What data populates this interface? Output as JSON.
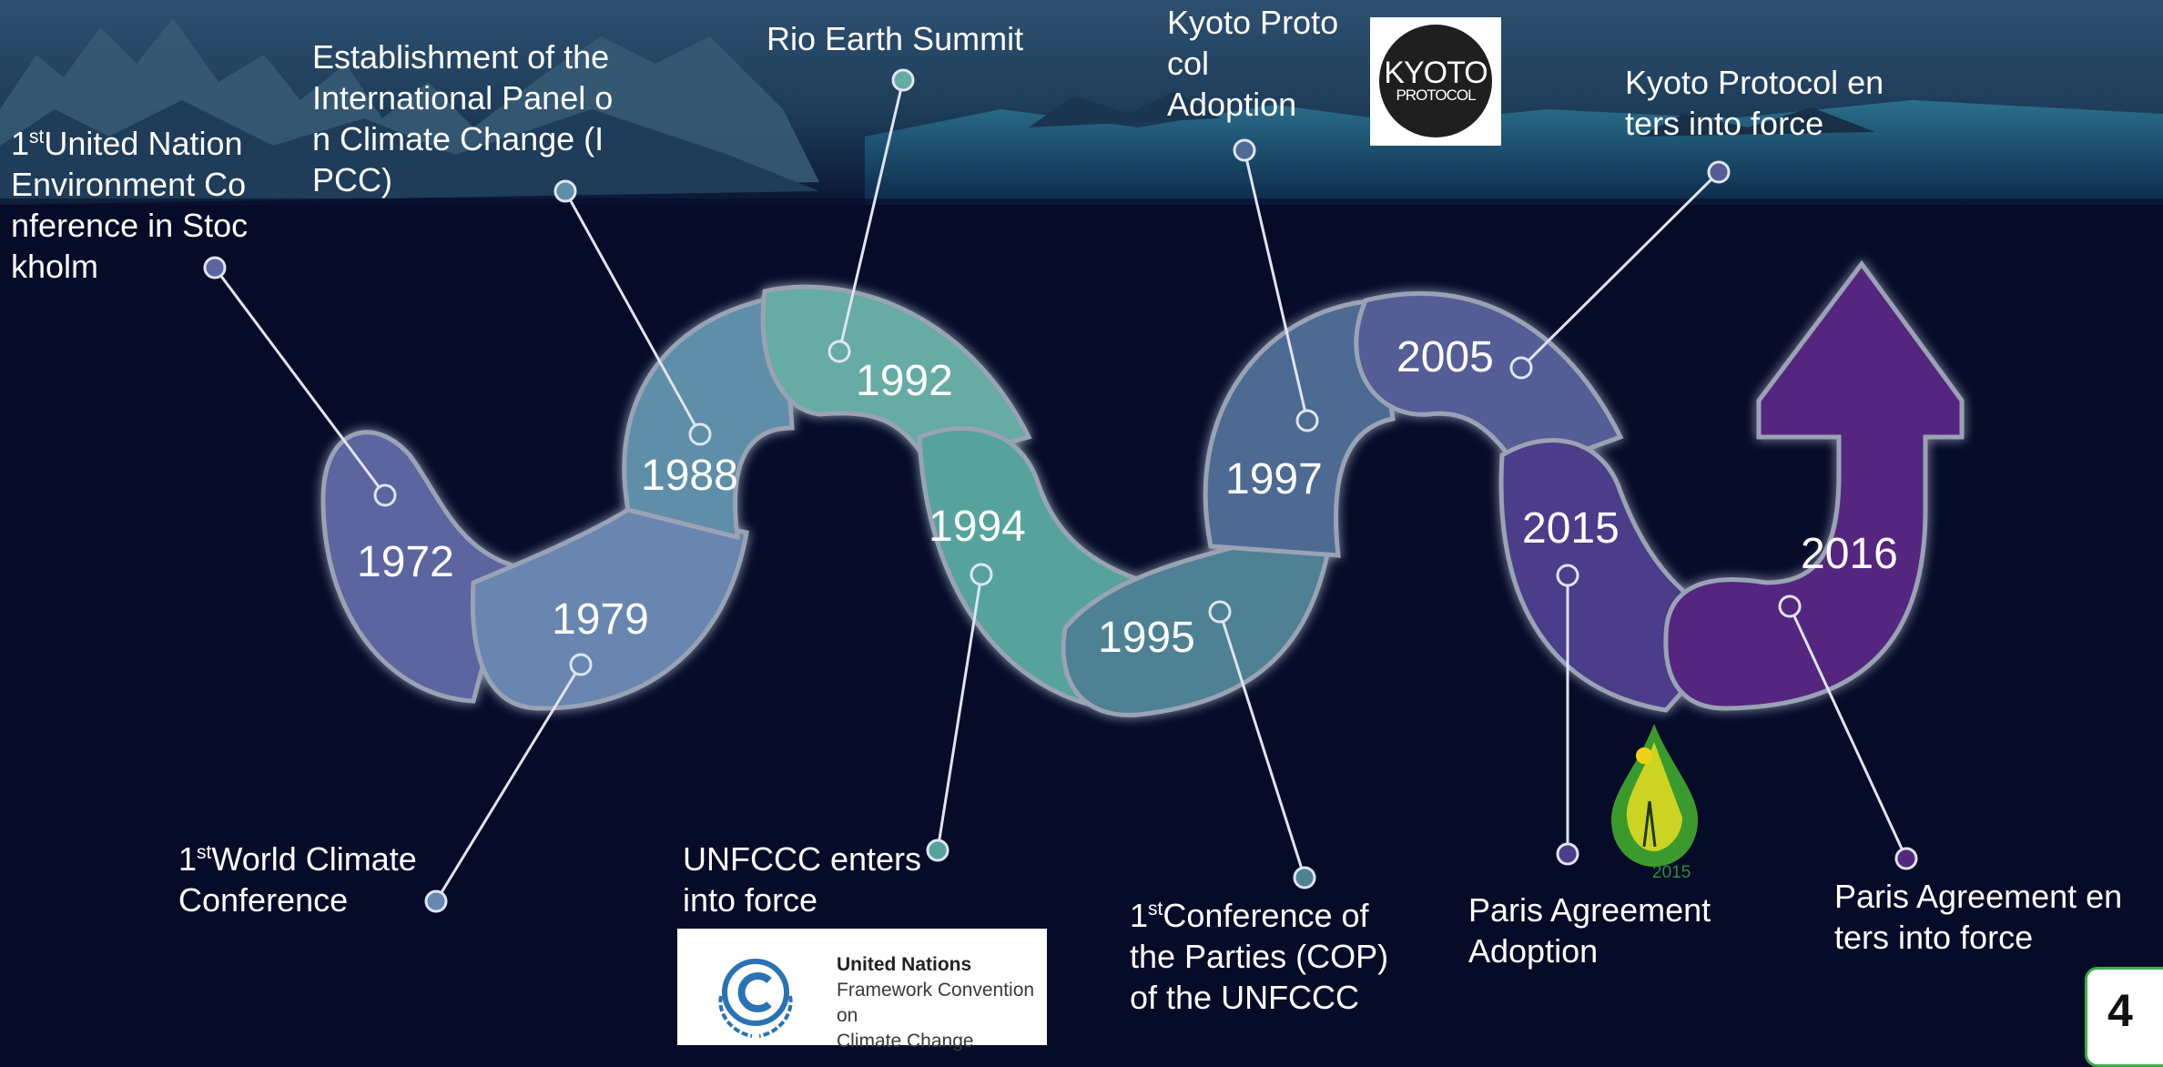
{
  "milestones": [
    {
      "year": "1972",
      "label": "United Nation\nEnvironment Co\nnference in Stoc\nkholm",
      "prefix": "1",
      "sup": "st",
      "color": "#5c65a0"
    },
    {
      "year": "1979",
      "label": "World Climate\nConference",
      "prefix": "1",
      "sup": "st",
      "color": "#6786b0"
    },
    {
      "year": "1988",
      "label": "Establishment of the\nInternational Panel o\nn Climate Change (I\nPCC)",
      "prefix": "",
      "sup": "",
      "color": "#5f8ea8"
    },
    {
      "year": "1992",
      "label": "Rio Earth Summit",
      "prefix": "",
      "sup": "",
      "color": "#66aba4"
    },
    {
      "year": "1994",
      "label": "UNFCCC enters\ninto force",
      "prefix": "",
      "sup": "",
      "color": "#56a39d"
    },
    {
      "year": "1995",
      "label": "Conference of\nthe Parties (COP)\nof the UNFCCC",
      "prefix": "1",
      "sup": "st",
      "color": "#4e8193"
    },
    {
      "year": "1997",
      "label": "Kyoto Proto\ncol\nAdoption",
      "prefix": "",
      "sup": "",
      "color": "#4e6b93"
    },
    {
      "year": "2005",
      "label": "Kyoto Protocol en\nters into force",
      "prefix": "",
      "sup": "",
      "color": "#555d97"
    },
    {
      "year": "2015",
      "label": "Paris Agreement\nAdoption",
      "prefix": "",
      "sup": "",
      "color": "#4c3e8a"
    },
    {
      "year": "2016",
      "label": "Paris Agreement en\nters into force",
      "prefix": "",
      "sup": "",
      "color": "#54287f"
    }
  ],
  "logos": {
    "kyoto_line1": "KYOTO",
    "kyoto_line2": "PROTOCOL",
    "unfccc_line1": "United Nations",
    "unfccc_line2": "Framework Convention on",
    "unfccc_line3": "Climate Change",
    "cop_year": "2015"
  },
  "page_number": "4",
  "colors": {
    "background": "#060b28",
    "sky_top": "#2d4c6e",
    "sea": "#1e5a78",
    "connector": "#ffffff"
  },
  "icons": [
    "kyoto-protocol-logo",
    "unfccc-emblem",
    "cop21-leaf-logo",
    "arrow-up"
  ]
}
